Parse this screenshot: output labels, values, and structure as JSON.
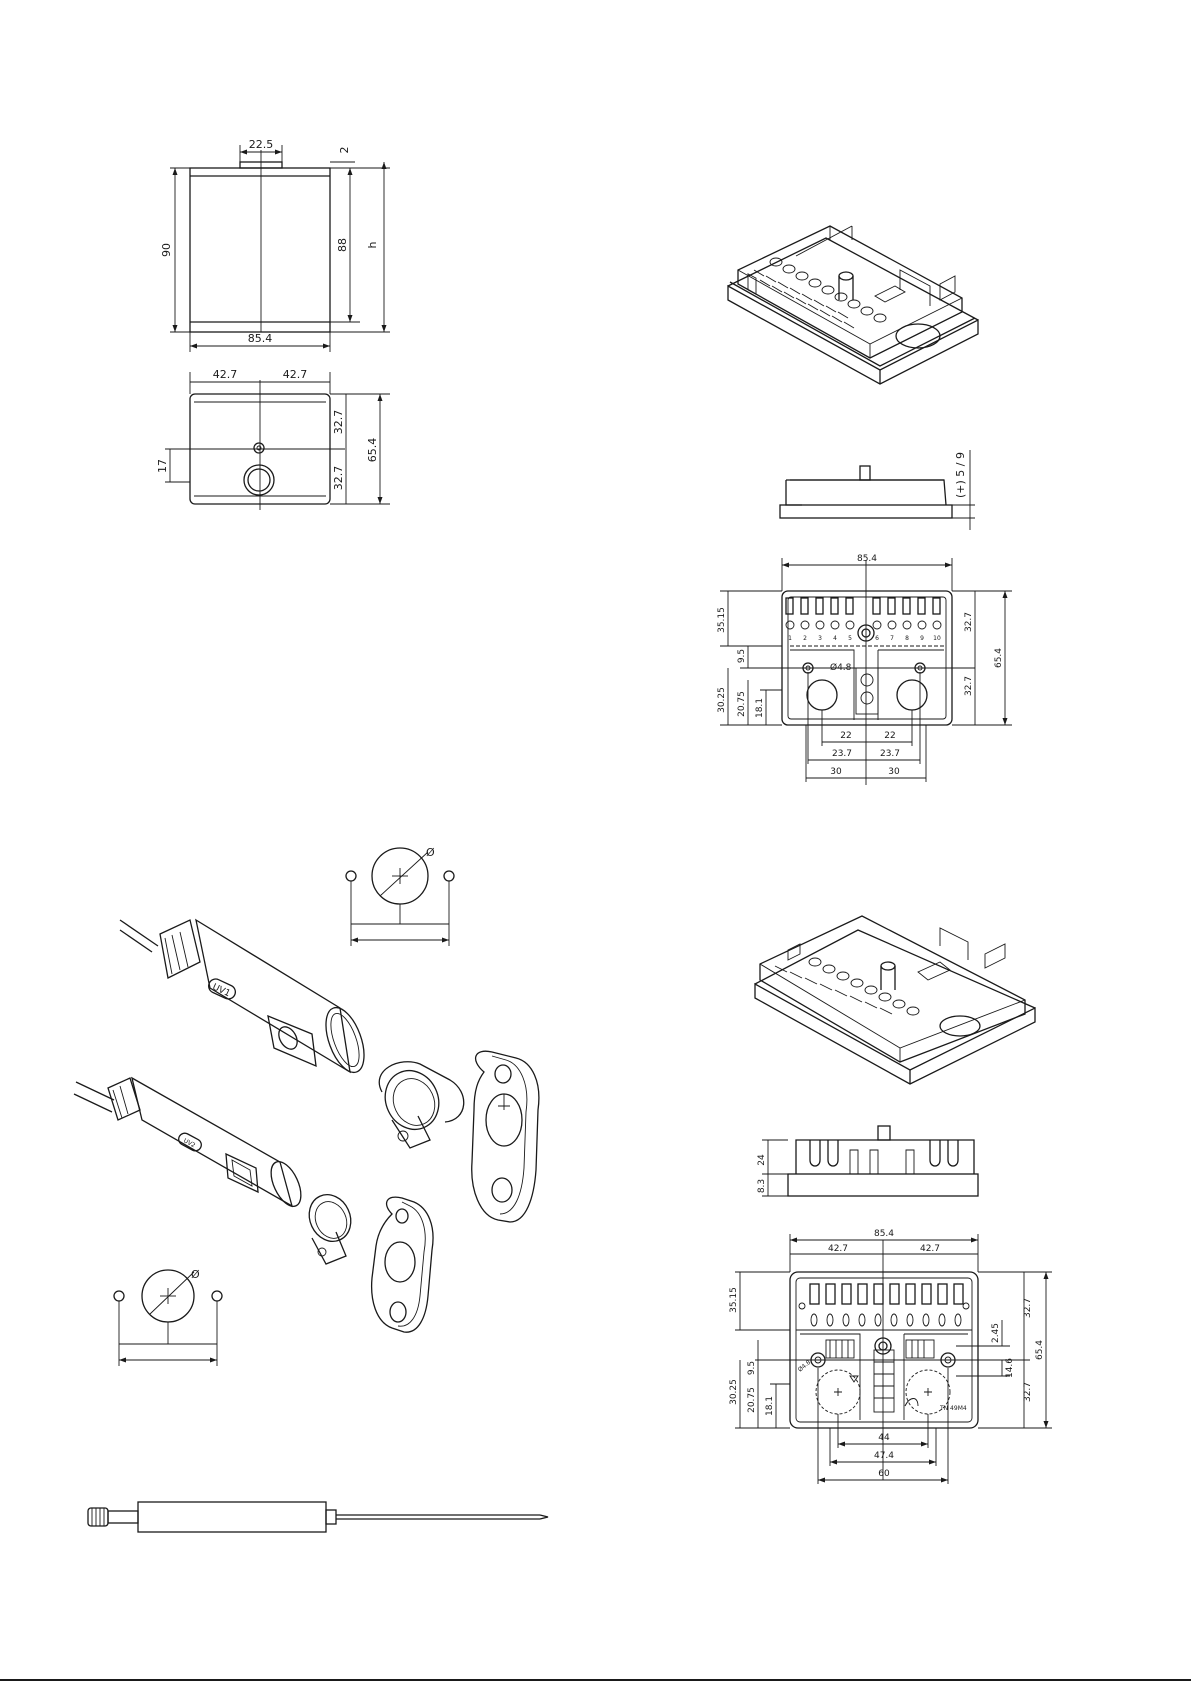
{
  "housing_front": {
    "top_w": "22.5",
    "top_gap": "2",
    "h_outer": "90",
    "h_inner": "88",
    "h_total": "h",
    "width": "85.4"
  },
  "housing_bottom": {
    "half_l": "42.7",
    "half_r": "42.7",
    "v_top": "32.7",
    "v_bot": "32.7",
    "total": "65.4",
    "offset": "17"
  },
  "base1_side": {
    "height": "(+) 5 / 9"
  },
  "base1_bottom": {
    "width": "85.4",
    "h_upper": "35.15",
    "h_mid": "9.5",
    "h_lower": "30.25",
    "h_2075": "20.75",
    "h_181": "18.1",
    "r_top": "32.7",
    "r_bot": "32.7",
    "total": "65.4",
    "hole": "Ø4.8",
    "d22a": "22",
    "d22b": "22",
    "d237a": "23.7",
    "d237b": "23.7",
    "d30a": "30",
    "d30b": "30",
    "terminals": [
      "1",
      "2",
      "3",
      "4",
      "5",
      "6",
      "7",
      "8",
      "9",
      "10"
    ]
  },
  "bracket_top": {
    "dia": "Ø"
  },
  "bracket_bottom": {
    "dia": "Ø"
  },
  "sensor_upper": {
    "label": "UV1"
  },
  "sensor_lower": {
    "label": "UV2"
  },
  "base2_side": {
    "h_total": "24",
    "h_base": "8.3"
  },
  "base2_bottom": {
    "width": "85.4",
    "half_l": "42.7",
    "half_r": "42.7",
    "h_upper": "35.15",
    "h_lower": "30.25",
    "h_95": "9.5",
    "h_2075": "20.75",
    "h_181": "18.1",
    "r_top": "32.7",
    "r_bot": "32.7",
    "total": "65.4",
    "d245": "2.45",
    "d146": "14.6",
    "hole": "Ø4.8",
    "d44": "44",
    "d474": "47.4",
    "d60": "60",
    "small_text": "TN 49M4"
  }
}
